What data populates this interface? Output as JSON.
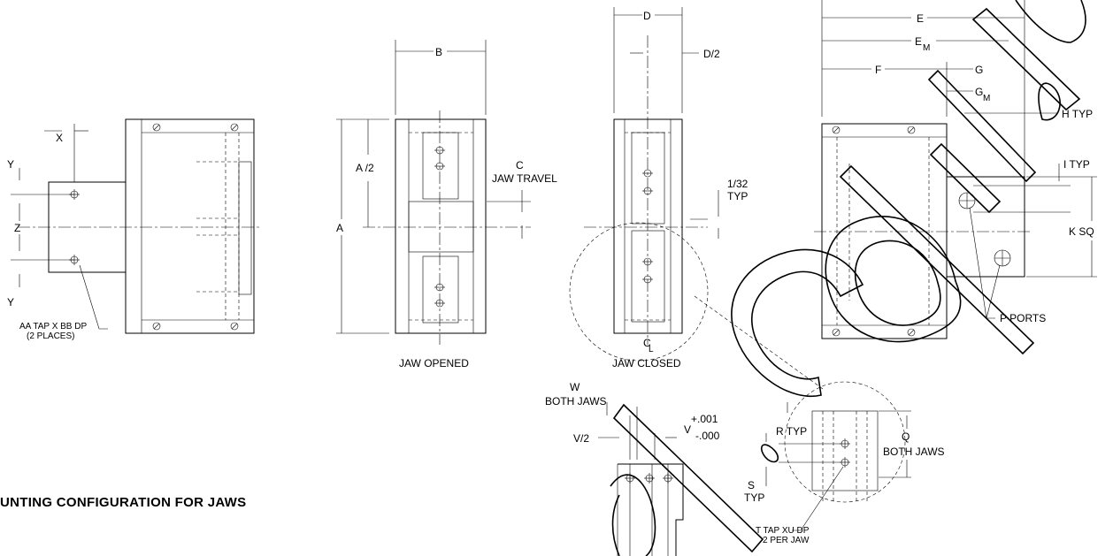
{
  "labels": {
    "x": "X",
    "y_top": "Y",
    "z": "Z",
    "y_bottom": "Y",
    "aa_tap_1": "AA TAP X BB DP",
    "aa_tap_2": "(2 PLACES)",
    "b": "B",
    "a_half": "A /2",
    "a": "A",
    "c_1": "C",
    "c_2": "JAW TRAVEL",
    "jaw_opened": "JAW OPENED",
    "d": "D",
    "d_half": "D/2",
    "frac_1": "1/32",
    "frac_2": "TYP",
    "cl_c": "C",
    "cl_l": "L",
    "jaw_closed": "JAW CLOSED",
    "e": "E",
    "em_e": "E",
    "em_m": "M",
    "f": "F",
    "g": "G",
    "gm_g": "G",
    "gm_m": "M",
    "h_typ": "H TYP",
    "i_typ": "I TYP",
    "k_sq": "K SQ",
    "p_ports": "P PORTS",
    "w_1": "W",
    "w_2": "BOTH JAWS",
    "v_half": "V/2",
    "v": "V",
    "v_plus": "+.001",
    "v_minus": "-.000",
    "r_typ": "R TYP",
    "q_1": "Q",
    "q_2": "BOTH JAWS",
    "s_1": "S",
    "s_2": "TYP",
    "t_tap_1": "T TAP XU DP",
    "t_tap_2": "2 PER JAW",
    "section_heading": "UNTING CONFIGURATION FOR JAWS"
  }
}
